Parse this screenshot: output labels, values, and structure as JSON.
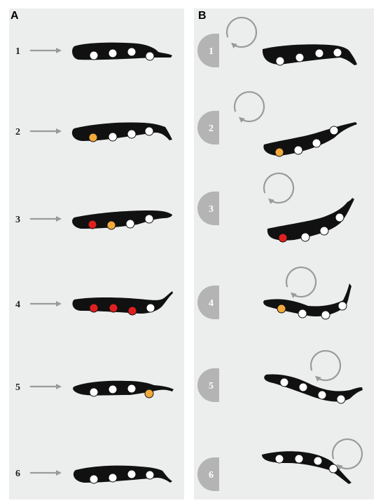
{
  "panel_a": {
    "letter": "A",
    "rows": [
      {
        "label": "1",
        "dots": [
          "white",
          "white",
          "white",
          "white"
        ]
      },
      {
        "label": "2",
        "dots": [
          "orange",
          "white",
          "white",
          "white"
        ]
      },
      {
        "label": "3",
        "dots": [
          "red",
          "orange",
          "white",
          "white"
        ]
      },
      {
        "label": "4",
        "dots": [
          "red",
          "red",
          "red",
          "white"
        ]
      },
      {
        "label": "5",
        "dots": [
          "white",
          "white",
          "white",
          "orange"
        ]
      },
      {
        "label": "6",
        "dots": [
          "white",
          "white",
          "white",
          "white"
        ]
      }
    ]
  },
  "panel_b": {
    "letter": "B",
    "rows": [
      {
        "label": "1",
        "dots": [
          "white",
          "white",
          "white",
          "white"
        ]
      },
      {
        "label": "2",
        "dots": [
          "orange",
          "white",
          "white",
          "white"
        ]
      },
      {
        "label": "3",
        "dots": [
          "red",
          "white",
          "white",
          "white"
        ]
      },
      {
        "label": "4",
        "dots": [
          "orange",
          "white",
          "white",
          "white"
        ]
      },
      {
        "label": "5",
        "dots": [
          "white",
          "white",
          "white",
          "white"
        ]
      },
      {
        "label": "6",
        "dots": [
          "white",
          "white",
          "white",
          "white"
        ]
      }
    ]
  },
  "colors": {
    "panel_bg": "#eceeed",
    "body": "#111111",
    "arrow": "#9a9a9a",
    "stage_marker": "#b4b4b4",
    "dot_white": "#ffffff",
    "dot_orange": "#f2a93b",
    "dot_red": "#e02020"
  }
}
